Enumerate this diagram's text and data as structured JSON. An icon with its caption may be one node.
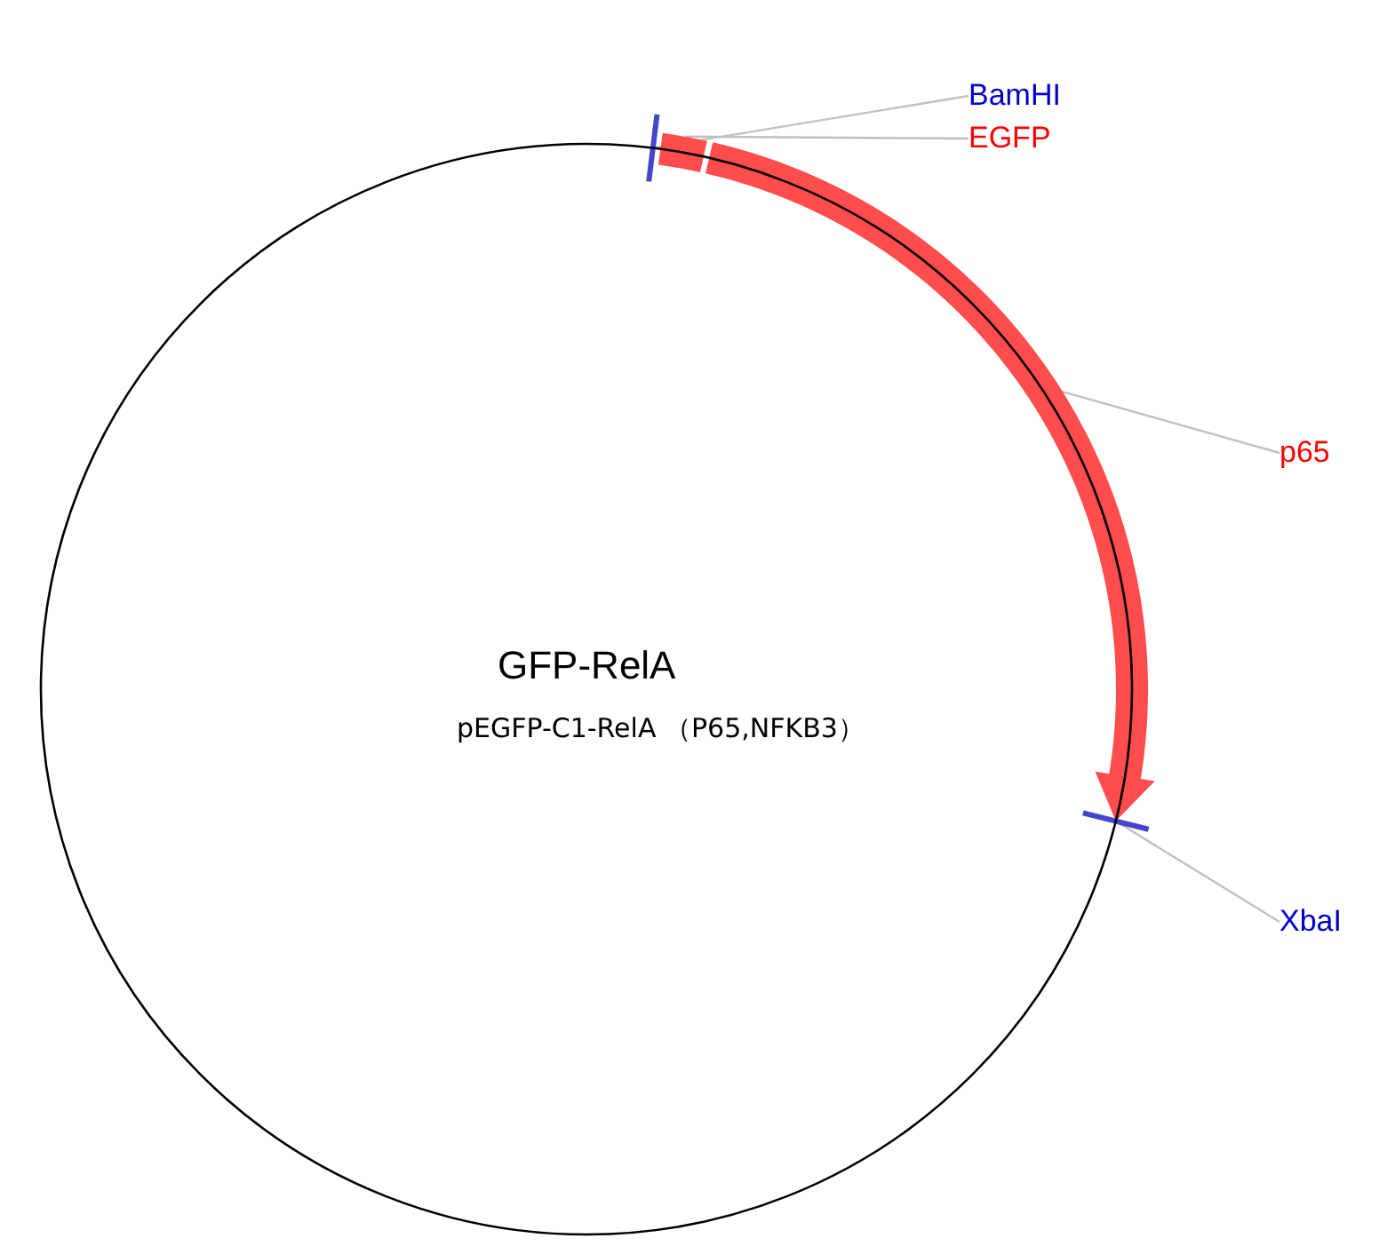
{
  "diagram": {
    "title": "GFP-RelA",
    "nodes": [
      {
        "text": [
          "BamHI"
        ]
      },
      {
        "text": [
          "EGFP"
        ]
      },
      {
        "text": [
          "p65"
        ]
      },
      {
        "text": [
          "XbaI"
        ]
      },
      {
        "text": [],
        "shape": "bar"
      },
      {
        "text": [],
        "shape": "box"
      },
      {
        "text": [],
        "shape": "arrow"
      },
      {
        "text": [],
        "shape": "bar"
      }
    ],
    "edges": [
      {
        "from": 0,
        "to": 4,
        "arrow": "none"
      },
      {
        "from": 1,
        "to": 5,
        "arrow": "none"
      },
      {
        "from": 2,
        "to": 6,
        "arrow": "none"
      },
      {
        "from": 3,
        "to": 7,
        "arrow": "none"
      }
    ],
    "labels": [
      "pEGFP-C1-RelA （P65,NFKB3）"
    ]
  }
}
